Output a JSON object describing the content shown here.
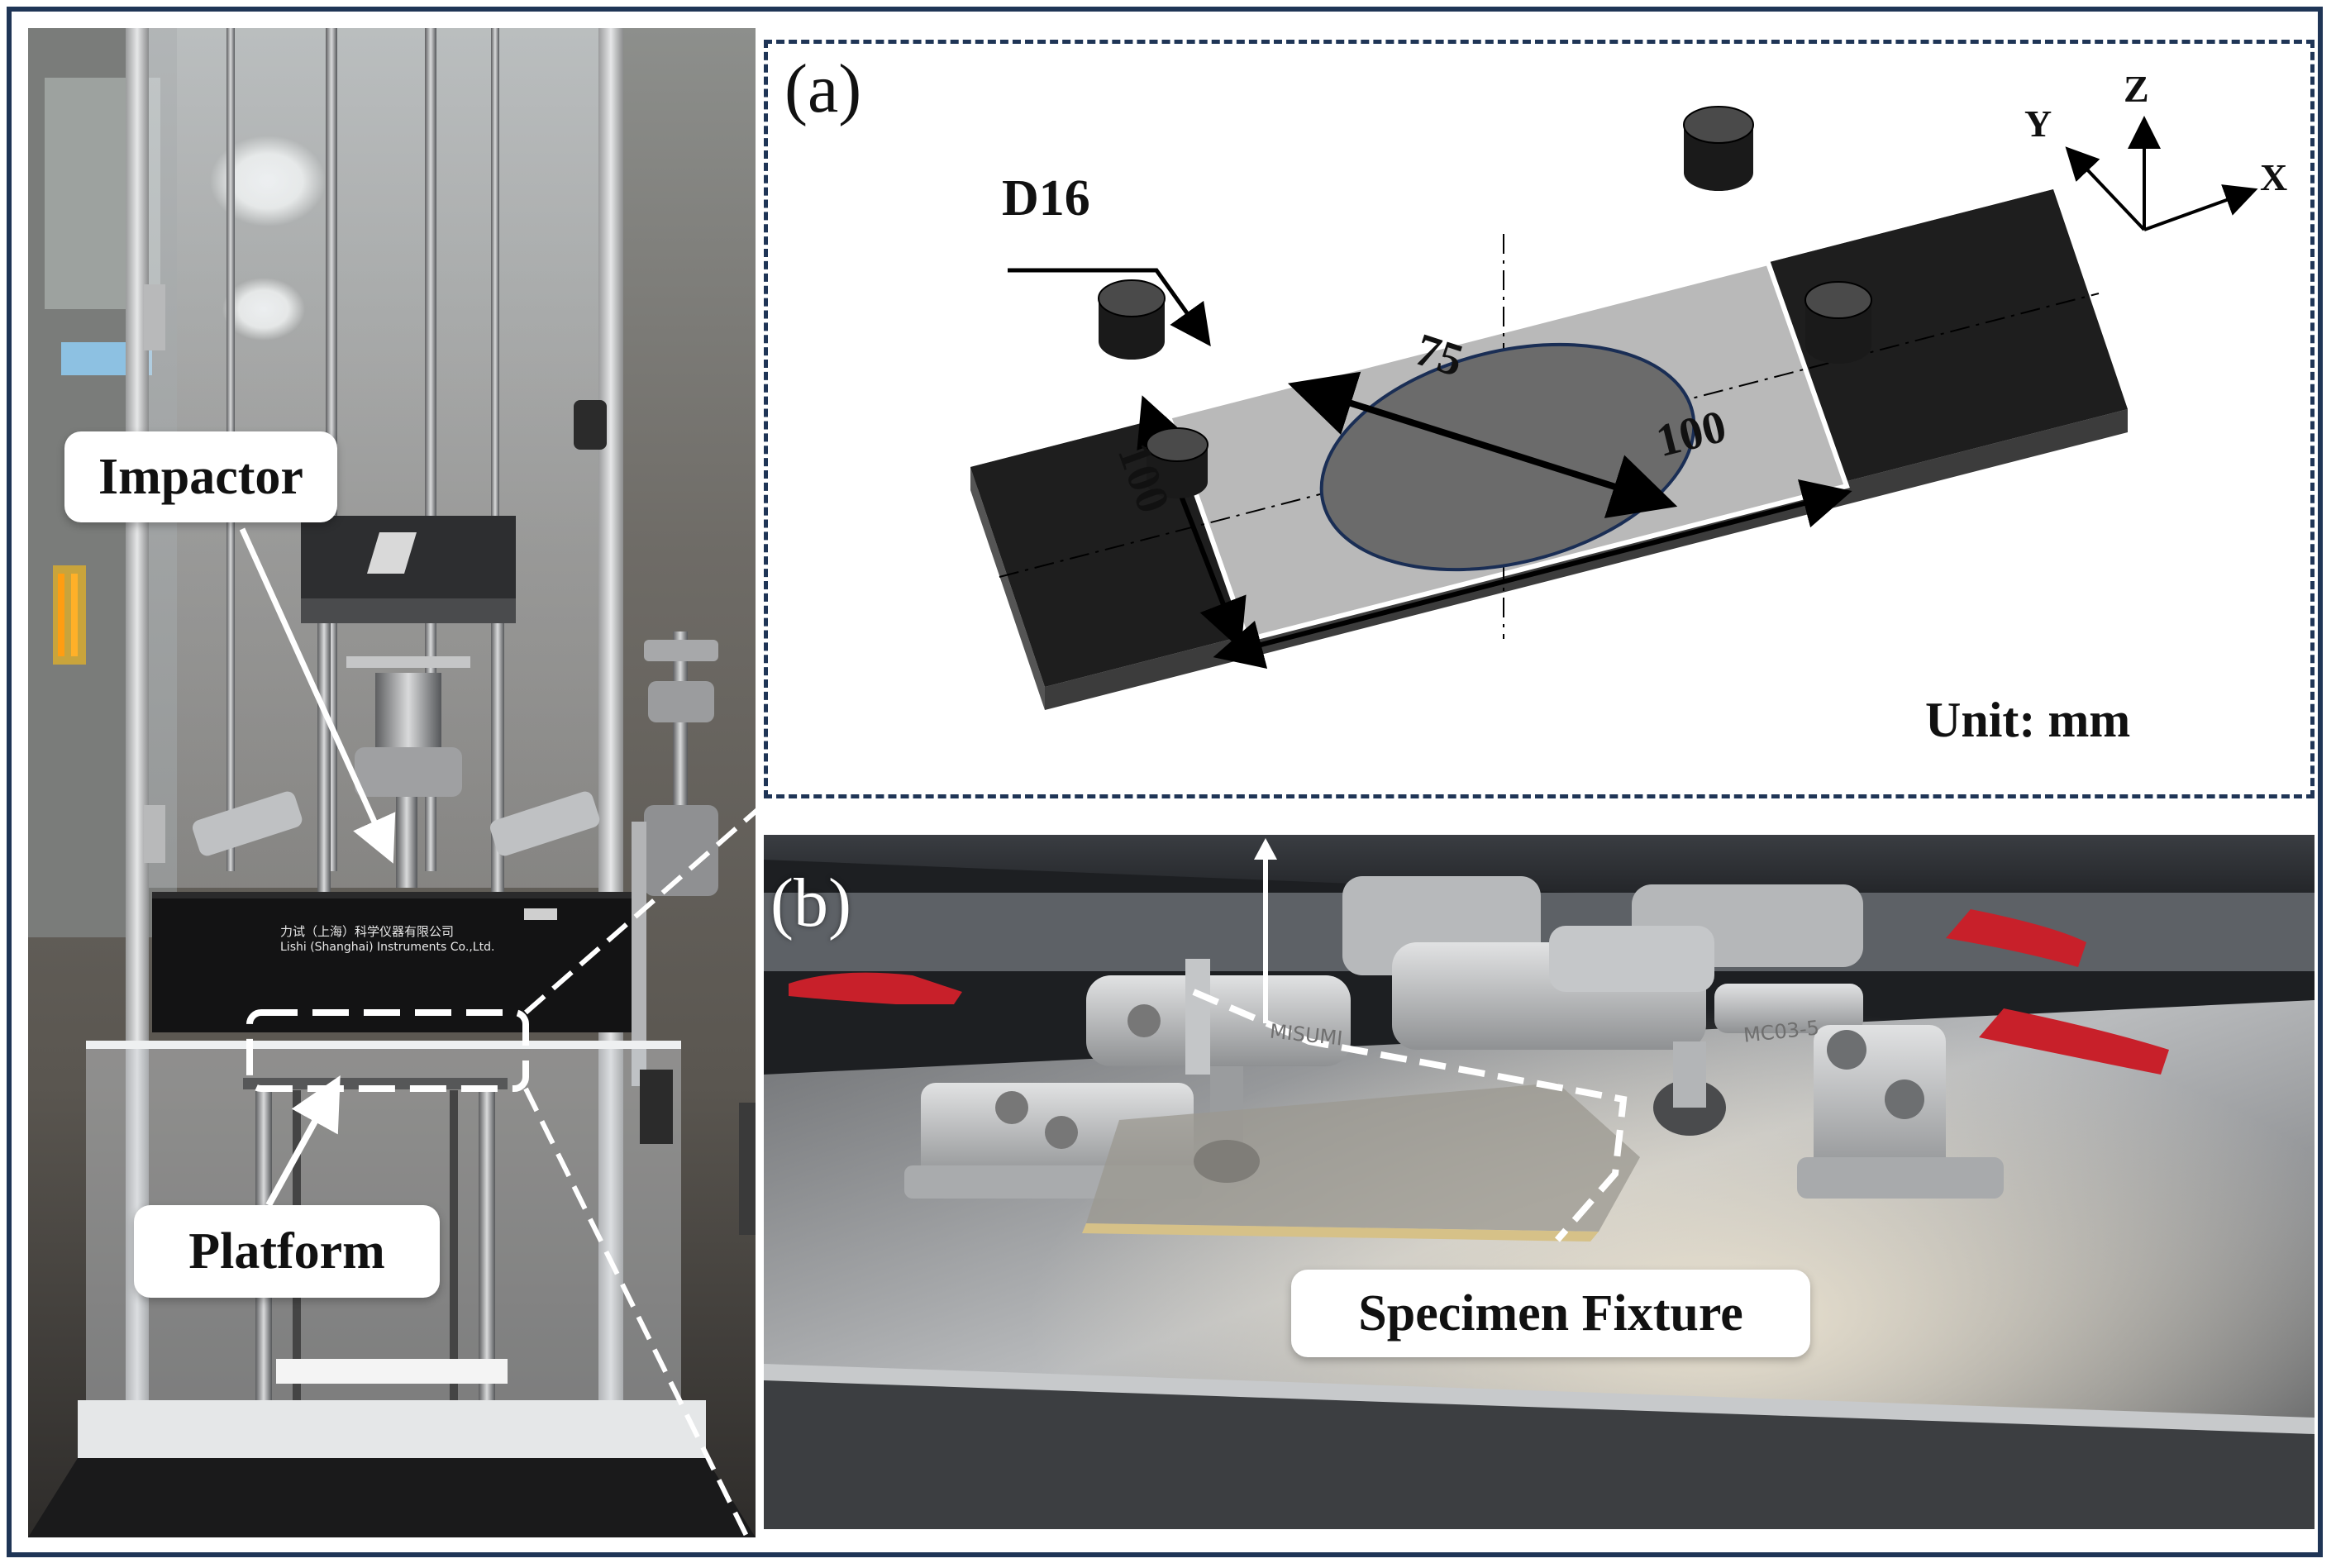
{
  "left_photo": {
    "impactor_label": "Impactor",
    "platform_label": "Platform",
    "machine_brand_text": "力试（上海）科学仪器有限公司",
    "machine_brand_text_en": "Lishi (Shanghai) Instruments Co.,Ltd."
  },
  "panel_a": {
    "panel_label": "(a)",
    "pin_label": "D16",
    "dimension_circle": "75",
    "dimension_length": "100",
    "dimension_width": "100",
    "unit_text": "Unit: mm",
    "axes": {
      "x": "X",
      "y": "Y",
      "z": "Z"
    }
  },
  "panel_b": {
    "panel_label": "(b)",
    "fixture_label": "Specimen Fixture",
    "clamp_mark_left": "MISUMI",
    "clamp_mark_right": "MC03-5"
  },
  "colors": {
    "frame": "#1f3556",
    "handle_red": "#c8202a",
    "plate_dark": "#1e1e1e",
    "plate_light": "#b9b9b9"
  }
}
